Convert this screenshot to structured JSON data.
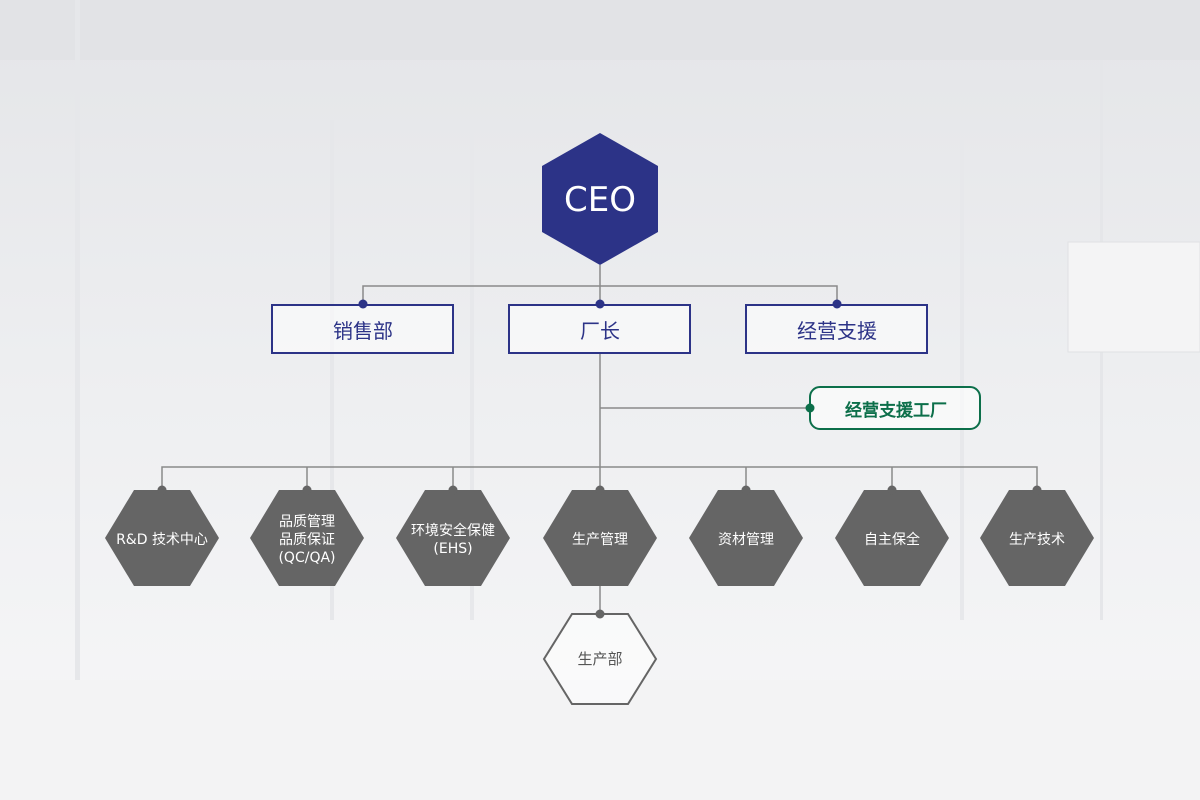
{
  "org_chart": {
    "ceo": "CEO",
    "level1": [
      "销售部",
      "厂长",
      "经营支援"
    ],
    "support_factory": "经营支援工厂",
    "departments": [
      "R&D 技术中心",
      "品质管理\n品质保证\n(QC/QA)",
      "环境安全保健\n(EHS)",
      "生产管理",
      "资材管理",
      "自主保全",
      "生产技术"
    ],
    "sub_department": "生产部"
  },
  "colors": {
    "navy": "#2c3387",
    "green": "#0c6f4a",
    "dept_gray": "#656565",
    "line_gray": "#8a8a8a"
  }
}
